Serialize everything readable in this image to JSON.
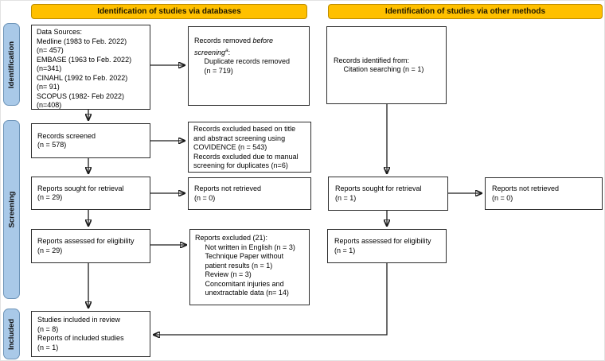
{
  "headers": {
    "left": "Identification of studies via databases",
    "right": "Identification of studies via other methods"
  },
  "sidebar": {
    "identification": "Identification",
    "screening": "Screening",
    "included": "Included"
  },
  "colors": {
    "header_fill": "#FFC000",
    "header_border": "#BC8C00",
    "sidebar_fill": "#A9C9E8",
    "sidebar_border": "#6D94B8",
    "box_border": "#2E2E2E",
    "arrow": "#1C1C1C"
  },
  "boxes": {
    "data_sources": {
      "lines": [
        "Data Sources:",
        "Medline (1983 to Feb. 2022)",
        "(n= 457)",
        "EMBASE (1963 to Feb. 2022)",
        "(n=341)",
        "CINAHL (1992 to Feb. 2022)",
        "(n= 91)",
        "SCOPUS (1982- Feb 2022)",
        "(n=408)"
      ]
    },
    "records_removed": {
      "t_normal": "Records removed ",
      "t_italic": "before screening",
      "t_sup": "a",
      "t_end": ":",
      "lines": [
        "     Duplicate records removed",
        "     (n = 719)"
      ]
    },
    "records_identified": {
      "lines": [
        "Records identified from:",
        "     Citation searching (n = 1)"
      ]
    },
    "records_screened": {
      "lines": [
        "Records screened",
        "(n = 578)"
      ]
    },
    "records_excluded_screening": {
      "lines": [
        "Records excluded based on title",
        "and abstract screening using",
        "COVIDENCE (n = 543)",
        "Records excluded due to manual",
        "screening for duplicates (n=6)"
      ]
    },
    "reports_sought_db": {
      "lines": [
        "Reports sought for retrieval",
        "(n = 29)"
      ]
    },
    "reports_not_retrieved_db": {
      "lines": [
        "Reports not retrieved",
        "(n = 0)"
      ]
    },
    "reports_sought_other": {
      "lines": [
        "Reports sought for retrieval",
        "(n = 1)"
      ]
    },
    "reports_not_retrieved_other": {
      "lines": [
        "Reports not retrieved",
        "(n = 0)"
      ]
    },
    "reports_assessed_db": {
      "lines": [
        "Reports assessed for eligibility",
        "(n = 29)"
      ]
    },
    "reports_excluded": {
      "lines": [
        "Reports excluded (21):",
        "     Not written in English (n = 3)",
        "     Technique Paper without",
        "     patient results (n = 1)",
        "     Review (n = 3)",
        "     Concomitant injuries and",
        "     unextractable data (n= 14)"
      ]
    },
    "reports_assessed_other": {
      "lines": [
        "Reports assessed for eligibility",
        "(n = 1)"
      ]
    },
    "studies_included": {
      "lines": [
        "Studies included in review",
        "(n = 8)",
        "Reports of included studies",
        "(n = 1)"
      ]
    }
  }
}
